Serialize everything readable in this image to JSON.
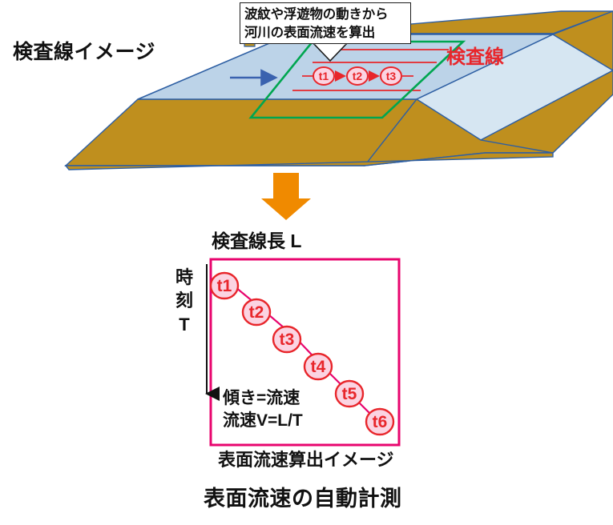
{
  "title": "表面流速の自動計測",
  "scene": {
    "left_label": "検査線イメージ",
    "inspection_line_label": "検査線",
    "callout": {
      "line1": "波紋や浮遊物の動きから",
      "line2": "河川の表面流速を算出"
    },
    "surface_markers": [
      "t1",
      "t2",
      "t3"
    ],
    "flow_arrow": "flow-direction-arrow",
    "colors": {
      "embankment": "#BF8F1E",
      "water": "#BCD3E8",
      "water_light": "#D6E6F2",
      "outline_blue": "#2E5FA3",
      "inspection_line_green": "#00A650",
      "ripple_red": "#E8262B",
      "flow_arrow_blue": "#3A62AF"
    }
  },
  "transition": {
    "arrow": "down-arrow",
    "color": "#F08A00"
  },
  "chart_data": {
    "type": "scatter",
    "title": "検査線長 L",
    "xlabel": "検査線長 L",
    "ylabel": "時刻 T",
    "caption": "表面流速算出イメージ",
    "annotation_line1": "傾き=流速",
    "annotation_line2": "流速V=L/T",
    "x": [
      0.06,
      0.25,
      0.44,
      0.6,
      0.76,
      0.92
    ],
    "y": [
      0.09,
      0.25,
      0.42,
      0.58,
      0.76,
      0.91
    ],
    "point_labels": [
      "t1",
      "t2",
      "t3",
      "t4",
      "t5",
      "t6"
    ],
    "xlim": [
      0,
      1
    ],
    "ylim": [
      0,
      1
    ],
    "y_axis_direction": "downward",
    "grid": false,
    "legend": false,
    "series_color": "#E8056E",
    "point_fill": "#FBD4E2",
    "point_stroke": "#E8262B",
    "box_color": "#E8056E"
  },
  "axis_labels": {
    "vertical_line1": "時",
    "vertical_line2": "刻",
    "vertical_line3": "T"
  }
}
